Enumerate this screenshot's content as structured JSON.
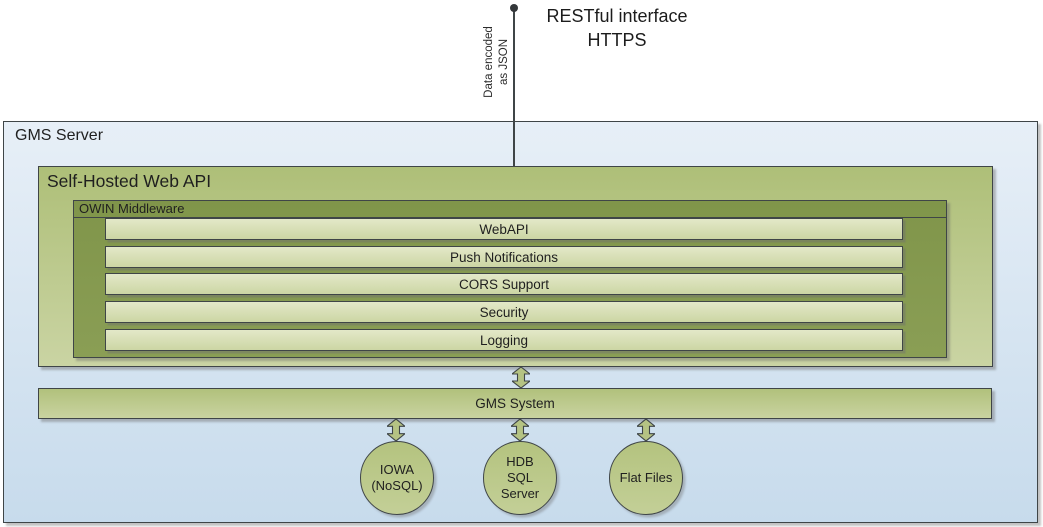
{
  "title": {
    "text": "RESTful interface\nHTTPS"
  },
  "connector": {
    "label": "Data encoded\nas JSON"
  },
  "gms_server": {
    "label": "GMS Server"
  },
  "web_api": {
    "label": "Self-Hosted Web API"
  },
  "owin": {
    "label": "OWIN Middleware",
    "bars": [
      "WebAPI",
      "Push Notifications",
      "CORS Support",
      "Security",
      "Logging"
    ]
  },
  "gms_system": {
    "label": "GMS System"
  },
  "datastores": [
    {
      "label": "IOWA\n(NoSQL)"
    },
    {
      "label": "HDB\nSQL\nServer"
    },
    {
      "label": "Flat Files"
    }
  ],
  "colors": {
    "server_box_top": "#e7eff7",
    "server_box_bottom": "#c7dbec",
    "sage_top": "#aebf78",
    "sage_bottom": "#cad4a3",
    "olive": "#84994d",
    "bar_top": "#e3e8c8",
    "bar_bottom": "#ccd6a4",
    "border": "#3f4547",
    "arrow_fill": "#b5c383",
    "text": "#1f1f1f"
  }
}
